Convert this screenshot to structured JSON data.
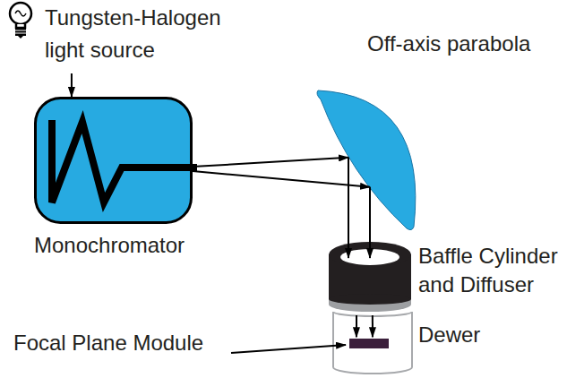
{
  "diagram": {
    "nodes": [
      {
        "text": [
          "Tungsten-Halogen light source"
        ]
      },
      {
        "text": [
          "Monochromator"
        ]
      },
      {
        "text": [
          "Off-axis parabola"
        ]
      },
      {
        "text": [
          "Baffle Cylinder and Diffuser"
        ]
      },
      {
        "text": [
          "Dewer"
        ]
      },
      {
        "text": [
          "Focal Plane Module"
        ],
        "in": 4
      }
    ],
    "edges": [
      {
        "from": 0,
        "to": 1,
        "arrow": "to"
      },
      {
        "from": 1,
        "to": 2,
        "arrow": "to"
      },
      {
        "from": 1,
        "to": 2,
        "arrow": "to"
      },
      {
        "from": 2,
        "to": 3,
        "arrow": "to"
      },
      {
        "from": 2,
        "to": 3,
        "arrow": "to"
      },
      {
        "from": 3,
        "to": 5,
        "arrow": "to"
      },
      {
        "from": 3,
        "to": 5,
        "arrow": "to"
      }
    ]
  }
}
